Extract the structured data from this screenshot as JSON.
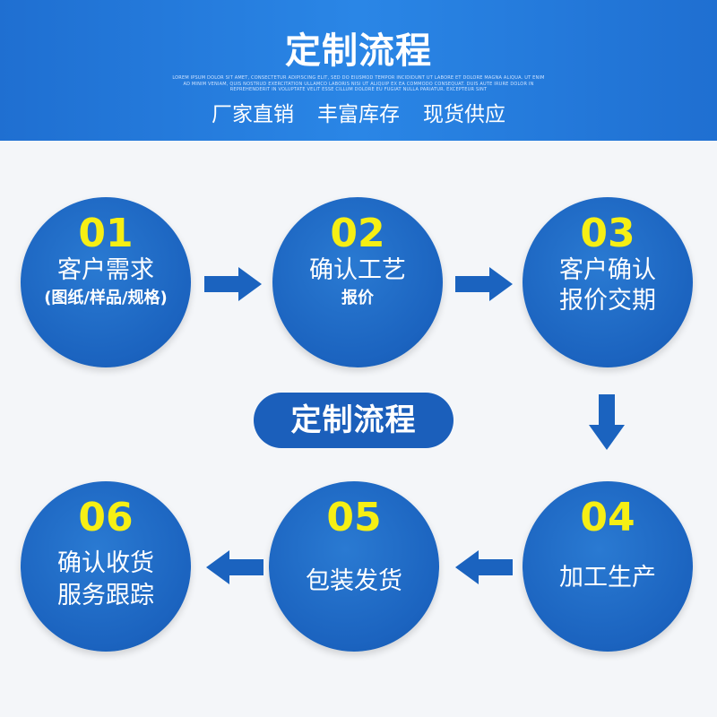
{
  "banner": {
    "title": "定制流程",
    "fine_print": "LOREM IPSUM DOLOR SIT AMET, CONSECTETUR ADIPISCING ELIT, SED DO EIUSMOD TEMPOR INCIDIDUNT UT LABORE ET DOLORE MAGNA ALIQUA. UT ENIM AD MINIM VENIAM, QUIS NOSTRUD EXERCITATION ULLAMCO LABORIS NISI UT ALIQUIP EX EA COMMODO CONSEQUAT. DUIS AUTE IRURE DOLOR IN REPREHENDERIT IN VOLUPTATE VELIT ESSE CILLUM DOLORE EU FUGIAT NULLA PARIATUR. EXCEPTEUR SINT",
    "tags": [
      "厂家直销",
      "丰富库存",
      "现货供应"
    ]
  },
  "center_label": "定制流程",
  "steps": [
    {
      "num": "01",
      "line1": "客户需求",
      "line2": "(图纸/样品/规格)"
    },
    {
      "num": "02",
      "line1": "确认工艺",
      "line2": "报价"
    },
    {
      "num": "03",
      "line1": "客户确认",
      "line2": "报价交期"
    },
    {
      "num": "04",
      "line1": "加工生产",
      "line2": ""
    },
    {
      "num": "05",
      "line1": "包装发货",
      "line2": ""
    },
    {
      "num": "06",
      "line1": "确认收货",
      "line2": "服务跟踪"
    }
  ],
  "colors": {
    "banner": "#2a86e6",
    "circle": "#1b63bf",
    "number": "#f6ef14",
    "arrow": "#1b63bf"
  },
  "icons": {
    "arrow_right": "arrow-right-icon",
    "arrow_down": "arrow-down-icon",
    "arrow_left": "arrow-left-icon"
  }
}
